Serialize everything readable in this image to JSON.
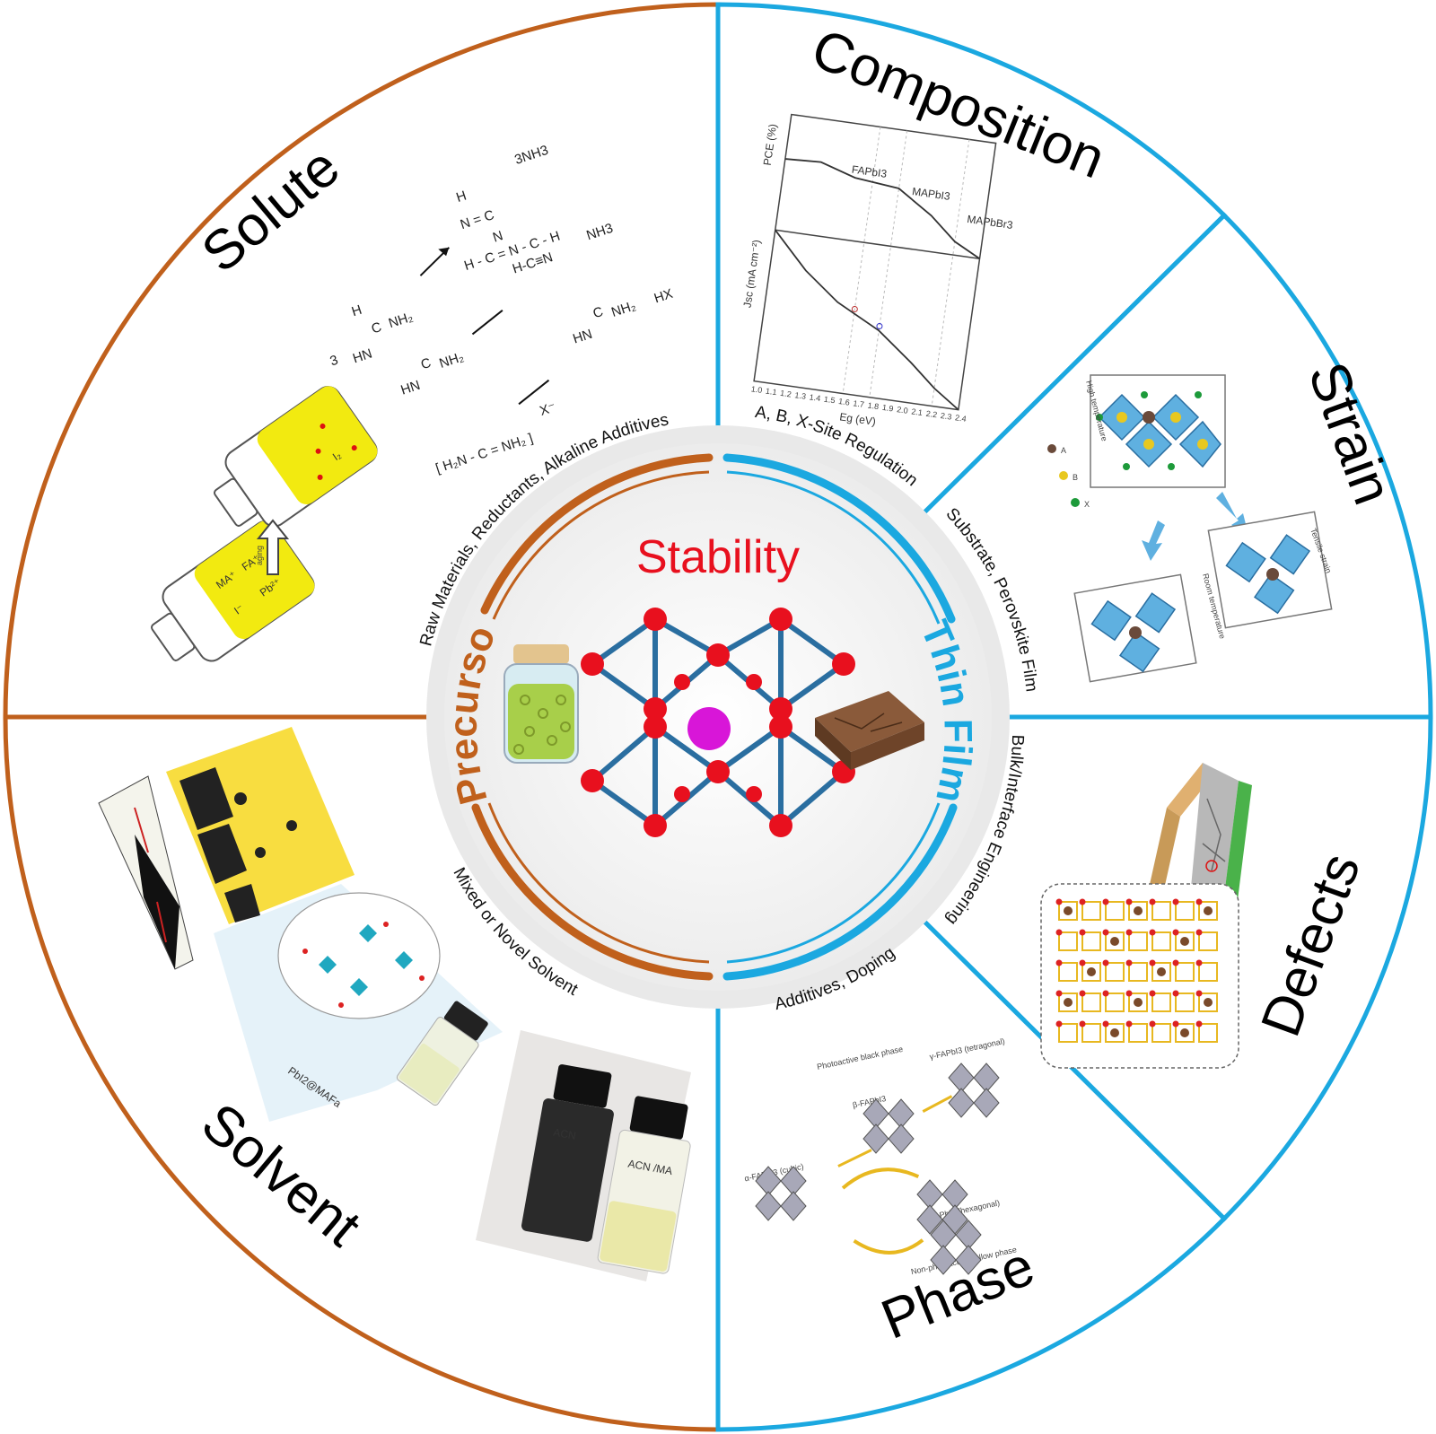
{
  "center": {
    "title": "Stability"
  },
  "rings": {
    "precursor": "Precursor",
    "thin_film": "Thin Film"
  },
  "sectors": {
    "solute": "Solute",
    "solvent": "Solvent",
    "composition": "Composition",
    "strain": "Strain",
    "defects": "Defects",
    "phase": "Phase"
  },
  "sub_labels": {
    "solute": "Raw Materials, Reductants, Alkaline Additives",
    "solvent": "Mixed or Novel Solvent",
    "composition": "A, B, X-Site Regulation",
    "strain": "Substrate, Perovskite Film",
    "defects": "Bulk/Interface Engineering",
    "phase": "Additives, Doping"
  },
  "solute_panel": {
    "reactions": [
      "3NH3",
      "NH3",
      "HX",
      "H-C≡N",
      "X⁻"
    ],
    "vial_ions": [
      "MA⁺",
      "FA⁺",
      "I⁻",
      "Pb²⁺"
    ],
    "vial_extra": "I₂",
    "vial_arrow": "aging"
  },
  "composition_panel": {
    "y1_label": "PCE (%)",
    "y2_label": "Jsc (mA cm⁻²)",
    "x_label": "Eg (eV)",
    "materials": [
      "FAPbI3",
      "MAPbI3",
      "MAPbBr3"
    ],
    "ticks_x": [
      "1.0",
      "1.1",
      "1.2",
      "1.3",
      "1.4",
      "1.5",
      "1.6",
      "1.7",
      "1.8",
      "1.9",
      "2.0",
      "2.1",
      "2.2",
      "2.3",
      "2.4"
    ]
  },
  "strain_panel": {
    "legend": [
      "A",
      "B",
      "X"
    ],
    "labels": [
      "High temperature",
      "Room temperature",
      "Tensile strain"
    ]
  },
  "solvent_panel": {
    "complex_label": "PbI2@MAFa",
    "vial_labels": [
      "ACN",
      "ACN /MA"
    ]
  },
  "phase_panel": {
    "labels": [
      "Photoactive black phase",
      "α-FAPbI3 (cubic)",
      "β-FAPbI3",
      "γ-FAPbI3 (tetragonal)",
      "δ-FAPbI3 (hexagonal)",
      "Non-photoactive yellow phase"
    ]
  },
  "colors": {
    "precursor": "#c0601c",
    "thin_film": "#1ba8e0",
    "stability": "#e8101e"
  }
}
